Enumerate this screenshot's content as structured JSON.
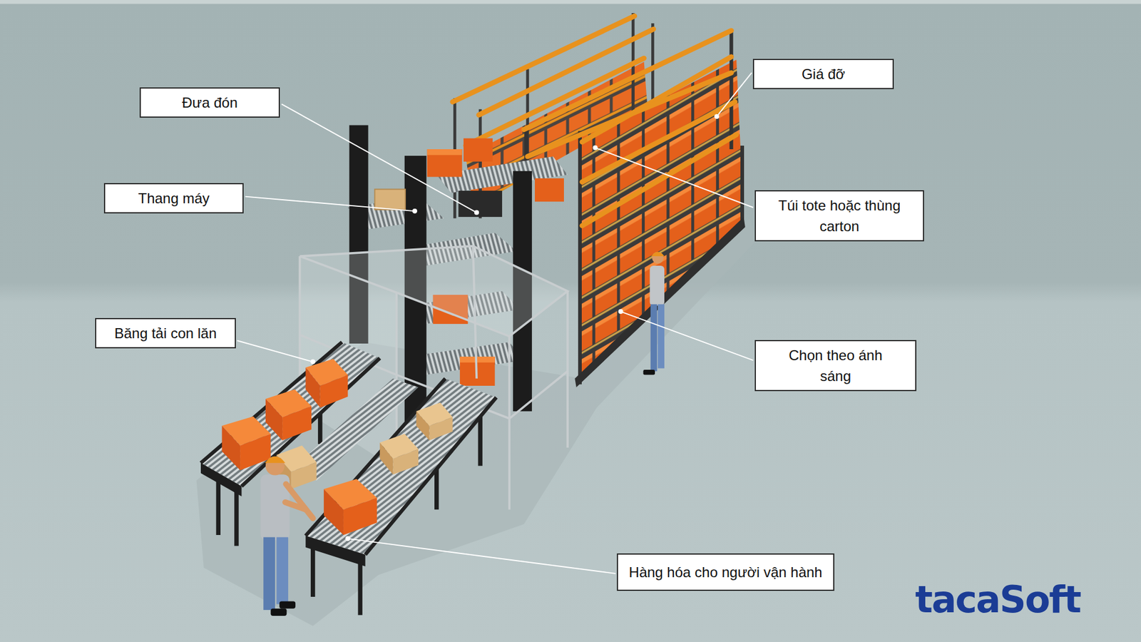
{
  "diagram": {
    "nodes": [
      {
        "text": [
          "Giá đỡ"
        ]
      },
      {
        "text": [
          "Đưa đón"
        ]
      },
      {
        "text": [
          "Thang máy"
        ]
      },
      {
        "text": [
          "Túi tote hoặc thùng carton"
        ]
      },
      {
        "text": [
          "Băng tải con lăn"
        ]
      },
      {
        "text": [
          "Chọn theo ánh sáng"
        ]
      },
      {
        "text": [
          "Hàng hóa cho người vận hành"
        ]
      }
    ],
    "labels": [
      "tacaSoft"
    ]
  }
}
